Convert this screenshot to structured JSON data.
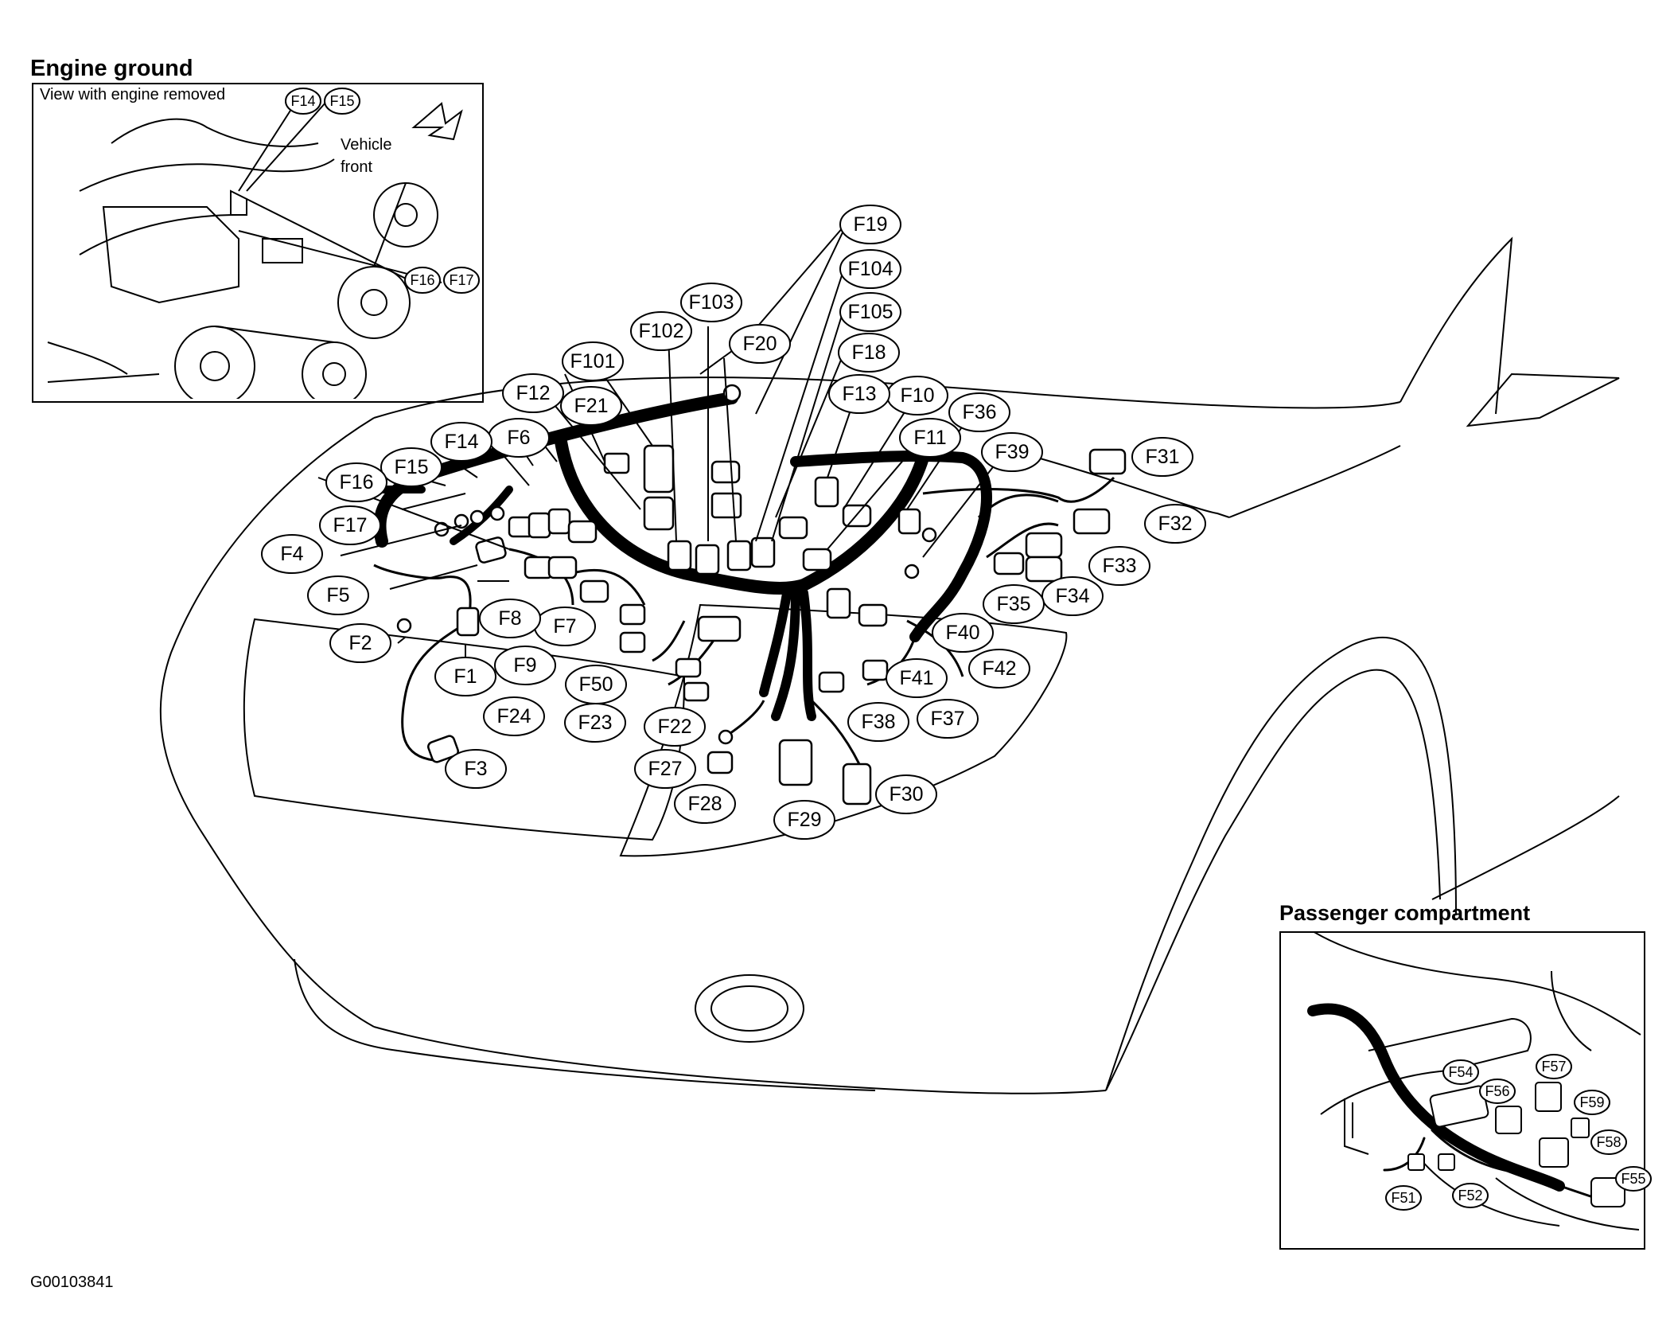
{
  "titles": {
    "engine_ground": "Engine ground",
    "passenger_compartment": "Passenger compartment"
  },
  "inset_top": {
    "view_note": "View with engine removed",
    "vehicle": "Vehicle",
    "front": "front",
    "labels": [
      "F14",
      "F15",
      "F16",
      "F17"
    ]
  },
  "main_labels": [
    "F1",
    "F2",
    "F3",
    "F4",
    "F5",
    "F6",
    "F7",
    "F8",
    "F9",
    "F10",
    "F11",
    "F12",
    "F13",
    "F14",
    "F15",
    "F16",
    "F17",
    "F18",
    "F19",
    "F20",
    "F21",
    "F22",
    "F23",
    "F24",
    "F27",
    "F28",
    "F29",
    "F30",
    "F31",
    "F32",
    "F33",
    "F34",
    "F35",
    "F36",
    "F37",
    "F38",
    "F39",
    "F40",
    "F41",
    "F42",
    "F50",
    "F101",
    "F102",
    "F103",
    "F104",
    "F105"
  ],
  "inset_bottom": {
    "labels": [
      "F51",
      "F52",
      "F54",
      "F55",
      "F56",
      "F57",
      "F58",
      "F59"
    ]
  },
  "figure_code": "G00103841"
}
